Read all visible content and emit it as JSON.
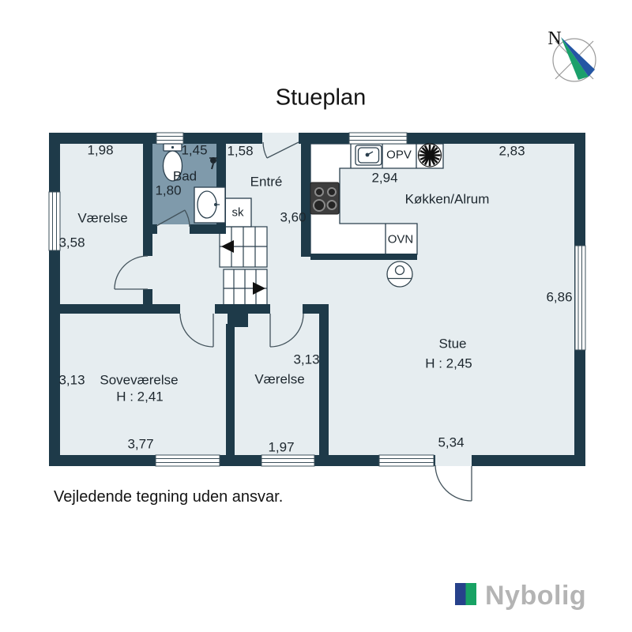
{
  "title": "Stueplan",
  "disclaimer": "Vejledende tegning uden ansvar.",
  "compass": {
    "north": "N"
  },
  "brand": {
    "name": "Nybolig"
  },
  "colors": {
    "wall": "#1e3a49",
    "room_fill": "#e6edf0",
    "bath_fill": "#7f9aab",
    "brand_blue": "#27418b",
    "brand_green": "#18a264",
    "logo_text_gray": "#b4b4b4"
  },
  "rooms": {
    "vaerelse_nw": {
      "name": "Værelse",
      "width": "1,98",
      "depth": "3,58"
    },
    "bad": {
      "name": "Bad",
      "width": "1,45",
      "depth": "1,80"
    },
    "entre": {
      "name": "Entré",
      "width": "1,58",
      "depth": "3,60"
    },
    "koekken": {
      "name": "Køkken/Alrum",
      "width": "2,83",
      "counter_width": "2,94"
    },
    "stue": {
      "name": "Stue",
      "ceiling_height": "H : 2,45",
      "width": "5,34",
      "depth": "6,86"
    },
    "sovevaerelse": {
      "name": "Soveværelse",
      "ceiling_height": "H : 2,41",
      "width": "3,77",
      "depth": "3,13"
    },
    "vaerelse_s": {
      "name": "Værelse",
      "width": "1,97",
      "depth": "3,13"
    },
    "closet": {
      "label": "sk"
    }
  },
  "appliances": {
    "dishwasher": "OPV",
    "oven": "OVN"
  }
}
